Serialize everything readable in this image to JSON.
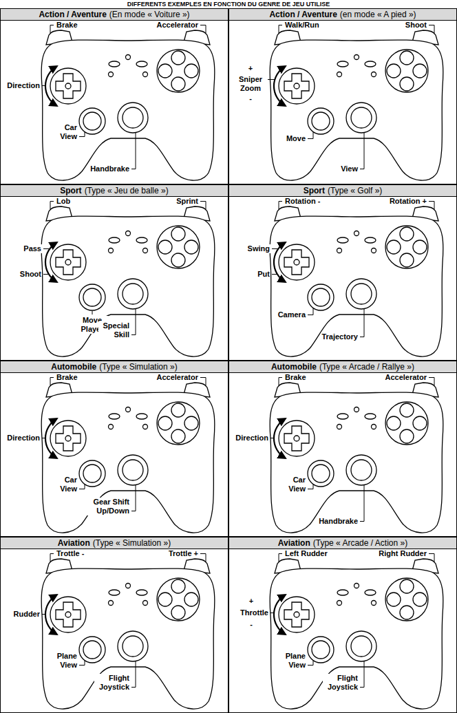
{
  "diagram": {
    "title": "DIFFERENTS EXEMPLES EN FONCTION DU GENRE DE JEU UTILISE",
    "nodes": [
      {
        "text": [
          "Action / Aventure",
          "(En mode « Voiture »)"
        ]
      },
      {
        "text": [
          "Action / Aventure",
          "(en mode « A pied »)"
        ]
      },
      {
        "text": [
          "Sport",
          "(Type « Jeu de balle »)"
        ]
      },
      {
        "text": [
          "Sport",
          "(Type « Golf »)"
        ]
      },
      {
        "text": [
          "Automobile",
          "(Type « Simulation »)"
        ]
      },
      {
        "text": [
          "Automobile",
          "(Type « Arcade / Rallye »)"
        ]
      },
      {
        "text": [
          "Aviation",
          "(Type « Simulation »)"
        ]
      },
      {
        "text": [
          "Aviation",
          "(Type « Arcade / Action »)"
        ]
      }
    ],
    "labels": [
      "Brake",
      "Accelerator",
      "Direction",
      "Car View",
      "Handbrake",
      "Walk/Run",
      "Shoot",
      "+",
      "Sniper Zoom",
      "-",
      "Move",
      "View",
      "Lob",
      "Sprint",
      "Pass",
      "Shoot",
      "Move Player",
      "Special Skill",
      "Rotation -",
      "Rotation +",
      "Swing",
      "Put",
      "Camera",
      "Trajectory",
      "Brake",
      "Accelerator",
      "Direction",
      "Car View",
      "Gear Shift Up/Down",
      "Brake",
      "Accelerator",
      "Direction",
      "Car View",
      "Handbrake",
      "Trottle -",
      "Trottle +",
      "Rudder",
      "Plane View",
      "Flight Joystick",
      "Left Rudder",
      "Right Rudder",
      "+",
      "Throttle",
      "-",
      "Plane View",
      "Flight Joystick"
    ]
  }
}
